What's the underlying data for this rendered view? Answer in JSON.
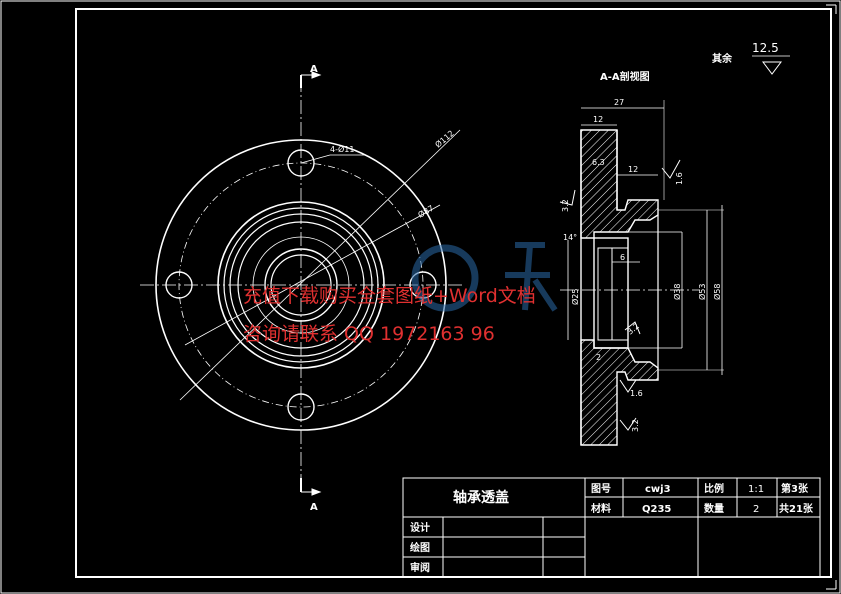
{
  "section": {
    "title": "A-A剖视图",
    "mark_top": "A",
    "mark_bottom": "A"
  },
  "roughness": {
    "label": "其余",
    "value": "12.5"
  },
  "dimensions": {
    "d112": "Ø112",
    "holes": "4-Ø11",
    "d87": "Ø87",
    "w27": "27",
    "w12": "12",
    "w6_3": "6.3",
    "w12b": "12",
    "r1_6_top": "1.6",
    "r3_2_left": "3.2",
    "angle14": "14°",
    "w6": "6",
    "d25": "Ø25",
    "d38": "Ø38",
    "d53": "Ø53",
    "d58": "Ø58",
    "r3_2_mid": "3.2",
    "w2": "2",
    "r1_6_bot": "1.6",
    "r3_2_bot": "3.2"
  },
  "title_block": {
    "part_name": "轴承透盖",
    "drawing_no_label": "图号",
    "drawing_no": "cwj3",
    "scale_label": "比例",
    "scale": "1:1",
    "sheet": "第3张",
    "material_label": "材料",
    "material": "Q235",
    "qty_label": "数量",
    "qty": "2",
    "total": "共21张",
    "design_label": "设计",
    "draw_label": "绘图",
    "review_label": "审阅"
  },
  "watermark": {
    "line1": "充值下载购买全套图纸+Word文档",
    "line2": "咨询请联系  QQ 1972163 96"
  }
}
